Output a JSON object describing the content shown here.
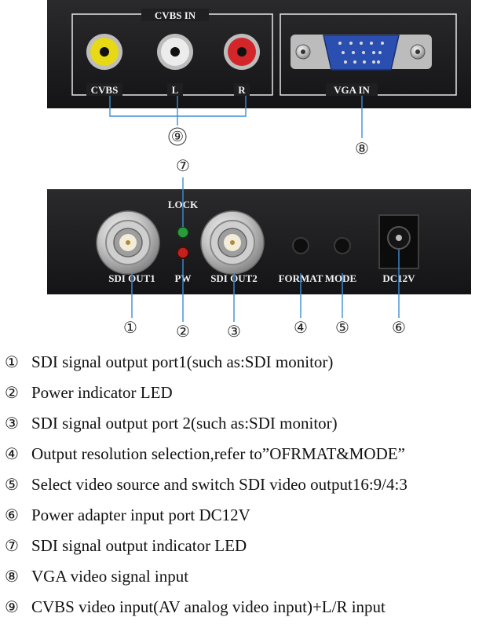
{
  "top_panel": {
    "cvbs_group_label": "CVBS IN",
    "cvbs_label": "CVBS",
    "left_label": "L",
    "right_label": "R",
    "vga_label": "VGA IN"
  },
  "bottom_panel": {
    "lock_label": "LOCK",
    "sdi_out1_label": "SDI OUT1",
    "pw_label": "PW",
    "sdi_out2_label": "SDI OUT2",
    "format_label": "FORMAT",
    "mode_label": "MODE",
    "dc_label": "DC12V"
  },
  "callouts": {
    "c1": "①",
    "c2": "②",
    "c3": "③",
    "c4": "④",
    "c5": "⑤",
    "c6": "⑥",
    "c7": "⑦",
    "c8": "⑧",
    "c9": "⑨"
  },
  "legend": [
    {
      "num": "①",
      "text": "SDI signal output port1(such as:SDI monitor)"
    },
    {
      "num": "②",
      "text": "Power indicator LED"
    },
    {
      "num": "③",
      "text": "SDI signal output port 2(such as:SDI monitor)"
    },
    {
      "num": "④",
      "text": "Output resolution selection,refer to”OFRMAT&MODE”"
    },
    {
      "num": "⑤",
      "text": "Select video source and switch SDI video output16:9/4:3"
    },
    {
      "num": "⑥",
      "text": "Power adapter input port DC12V"
    },
    {
      "num": "⑦",
      "text": "SDI signal output indicator LED"
    },
    {
      "num": "⑧",
      "text": "VGA video signal input"
    },
    {
      "num": "⑨",
      "text": "CVBS video input(AV analog video input)+L/R input"
    }
  ],
  "colors": {
    "panel": "#1c1c1e",
    "rca_yellow": "#e7d916",
    "rca_white": "#e8e8e8",
    "rca_red": "#d3262b",
    "vga_blue": "#2b4fb0",
    "led_green": "#2a9a3a",
    "led_red": "#c4201c",
    "callout_line": "#3c8fd6"
  }
}
